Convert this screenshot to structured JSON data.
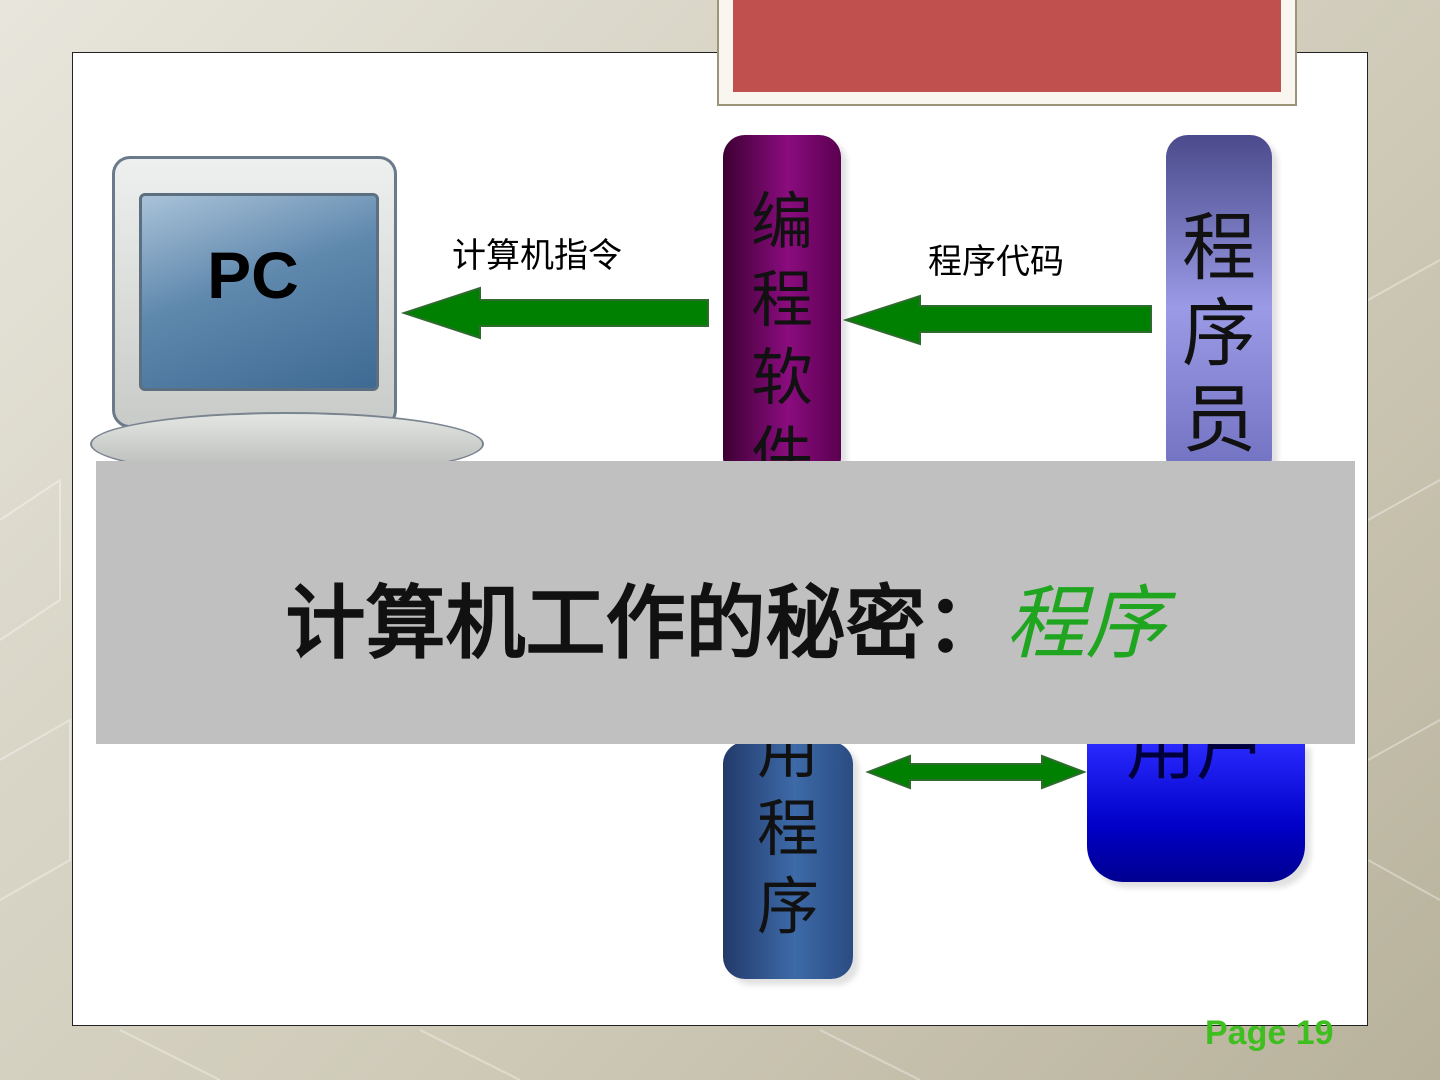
{
  "slide": {
    "colors": {
      "banner": "#c0504d",
      "arrow": "#008000",
      "overlay": "#c0c0c0",
      "accent": "#1fa51f",
      "page_number": "#3fbf1f"
    },
    "pc_label": "PC",
    "arrow_labels": {
      "computer_instruction": "计算机指令",
      "program_code": "程序代码"
    },
    "bars": {
      "programming_software": [
        "编",
        "程",
        "软",
        "件"
      ],
      "programmer": [
        "程",
        "序",
        "员"
      ],
      "application": [
        "用",
        "程",
        "序"
      ],
      "user": "用户"
    },
    "overlay": {
      "title": "计算机工作的秘密：",
      "accent": "程序"
    },
    "page_number": "Page 19"
  }
}
